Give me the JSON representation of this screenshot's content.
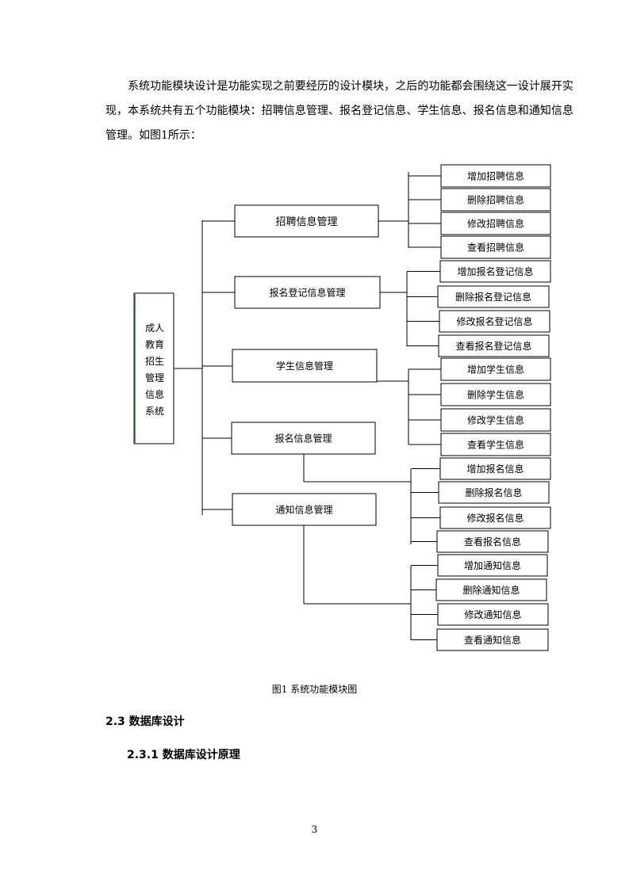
{
  "intro": "系统功能模块设计是功能实现之前要经历的设计模块，之后的功能都会围绕这一设计展开实现，本系统共有五个功能模块：招聘信息管理、报名登记信息、学生信息、报名信息和通知信息管理。如图1所示：",
  "diagram": {
    "root": [
      "成人",
      "教育",
      "招生",
      "管理",
      "信息",
      "系统"
    ],
    "modules": [
      {
        "label": "招聘信息管理",
        "children": [
          "增加招聘信息",
          "删除招聘信息",
          "修改招聘信息",
          "查看招聘信息"
        ]
      },
      {
        "label": "报名登记信息管理",
        "children": [
          "增加报名登记信息",
          "删除报名登记信息",
          "修改报名登记信息",
          "查看报名登记信息"
        ]
      },
      {
        "label": "学生信息管理",
        "children": [
          "增加学生信息",
          "删除学生信息",
          "修改学生信息",
          "查看学生信息"
        ]
      },
      {
        "label": "报名信息管理",
        "children": [
          "增加报名信息",
          "删除报名信息",
          "修改报名信息",
          "查看报名信息"
        ]
      },
      {
        "label": "通知信息管理",
        "children": [
          "增加通知信息",
          "删除通知信息",
          "修改通知信息",
          "查看通知信息"
        ]
      }
    ]
  },
  "caption": "图1 系统功能模块图",
  "section": "2.3 数据库设计",
  "subsection": "2.3.1 数据库设计原理",
  "page_number": "3"
}
